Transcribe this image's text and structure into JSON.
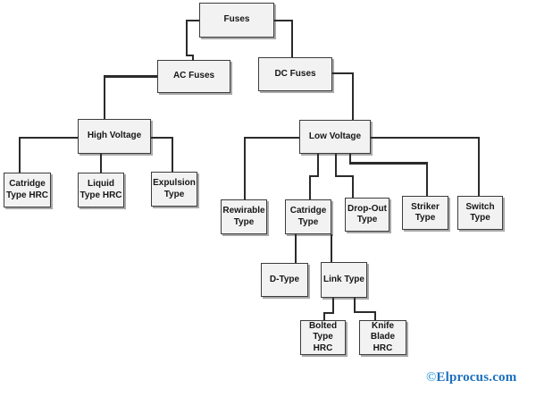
{
  "diagram": {
    "type": "tree",
    "nodes": {
      "fuses": {
        "label": "Fuses"
      },
      "ac_fuses": {
        "label": "AC Fuses"
      },
      "dc_fuses": {
        "label": "DC Fuses"
      },
      "high_voltage": {
        "label": "High Voltage"
      },
      "low_voltage": {
        "label": "Low Voltage"
      },
      "catridge_type_hrc": {
        "label": "Catridge\nType HRC"
      },
      "liquid_type_hrc": {
        "label": "Liquid\nType HRC"
      },
      "expulsion_type": {
        "label": "Expulsion\nType"
      },
      "rewirable_type": {
        "label": "Rewirable\nType"
      },
      "catridge_type": {
        "label": "Catridge\nType"
      },
      "drop_out_type": {
        "label": "Drop-Out\nType"
      },
      "striker_type": {
        "label": "Striker\nType"
      },
      "switch_type": {
        "label": "Switch\nType"
      },
      "d_type": {
        "label": "D-Type"
      },
      "link_type": {
        "label": "Link Type"
      },
      "bolted_type_hrc": {
        "label": "Bolted\nType HRC"
      },
      "knife_blade_hrc": {
        "label": "Knife\nBlade HRC"
      }
    },
    "edges": [
      {
        "from": "fuses",
        "to": "ac_fuses"
      },
      {
        "from": "fuses",
        "to": "dc_fuses"
      },
      {
        "from": "ac_fuses",
        "to": "high_voltage"
      },
      {
        "from": "dc_fuses",
        "to": "low_voltage"
      },
      {
        "from": "high_voltage",
        "to": "catridge_type_hrc"
      },
      {
        "from": "high_voltage",
        "to": "liquid_type_hrc"
      },
      {
        "from": "high_voltage",
        "to": "expulsion_type"
      },
      {
        "from": "low_voltage",
        "to": "rewirable_type"
      },
      {
        "from": "low_voltage",
        "to": "catridge_type"
      },
      {
        "from": "low_voltage",
        "to": "drop_out_type"
      },
      {
        "from": "low_voltage",
        "to": "striker_type"
      },
      {
        "from": "low_voltage",
        "to": "switch_type"
      },
      {
        "from": "catridge_type",
        "to": "d_type"
      },
      {
        "from": "catridge_type",
        "to": "link_type"
      },
      {
        "from": "link_type",
        "to": "bolted_type_hrc"
      },
      {
        "from": "link_type",
        "to": "knife_blade_hrc"
      }
    ]
  },
  "watermark": {
    "symbol": "©",
    "text": "Elprocus.com"
  },
  "colors": {
    "background": "#ffffff",
    "box_fill": "#f2f2f2",
    "box_border": "#3c3c3c",
    "box_shadow": "#a9a9a9",
    "line": "#2b2b2b",
    "watermark_text": "#1b6fc0",
    "watermark_symbol": "#3ea3dc"
  }
}
